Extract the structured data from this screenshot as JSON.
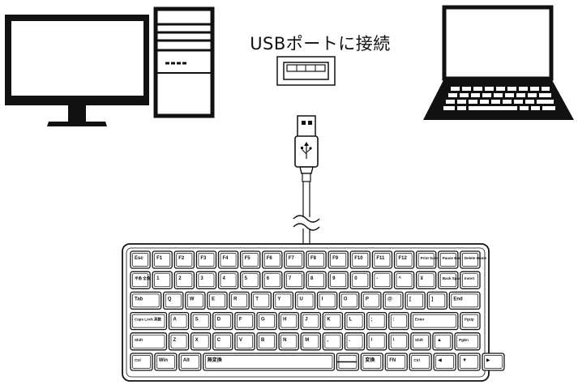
{
  "caption": "USBポートに接続",
  "keyboard": {
    "rows": [
      [
        "Esc",
        "F1",
        "F2",
        "F3",
        "F4",
        "F5",
        "F6",
        "F7",
        "F8",
        "F9",
        "F10",
        "F11",
        "F12",
        "Print Screen",
        "Pause Break",
        "Delete Home"
      ],
      [
        "半角 全角",
        "1",
        "2",
        "3",
        "4",
        "5",
        "6",
        "7",
        "8",
        "9",
        "0",
        "-",
        "^",
        "¥",
        "Back Space",
        "Insert"
      ],
      [
        "Tab",
        "Q",
        "W",
        "E",
        "R",
        "T",
        "Y",
        "U",
        "I",
        "O",
        "P",
        "@",
        "[",
        "]",
        "End"
      ],
      [
        "Caps Lock 英数",
        "A",
        "S",
        "D",
        "F",
        "G",
        "H",
        "J",
        "K",
        "L",
        ";",
        ":",
        "Enter",
        "PgUp"
      ],
      [
        "Shift",
        "Z",
        "X",
        "C",
        "V",
        "B",
        "N",
        "M",
        ",",
        ".",
        "/",
        "\\",
        "Shift",
        "▲",
        "PgDn"
      ],
      [
        "Ctrl",
        "Win",
        "Alt",
        "無変換",
        "",
        "変換",
        "FN",
        "Ctrl",
        "◀",
        "▼",
        "▶"
      ]
    ]
  }
}
